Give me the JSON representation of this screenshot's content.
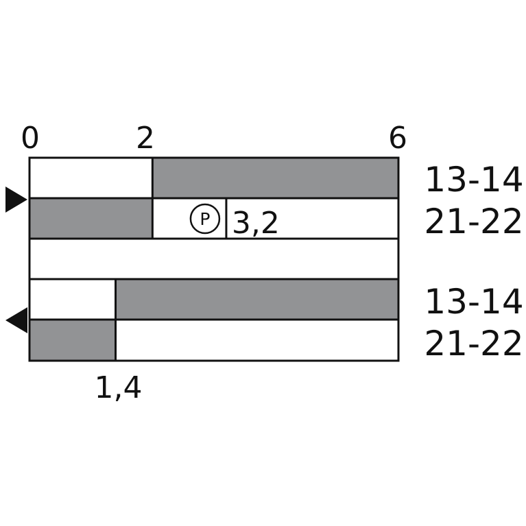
{
  "diagram": {
    "scale_ticks": [
      "0",
      "2",
      "6"
    ],
    "scale_max": 6,
    "colors": {
      "closed": "#929395",
      "open": "#ffffff",
      "line": "#111111"
    },
    "forward": {
      "direction_icon": "right-pointing-triangle-icon",
      "contacts": [
        {
          "label": "13-14",
          "closed_from": 2,
          "closed_to": 6
        },
        {
          "label": "21-22",
          "closed_from": 0,
          "closed_to": 2
        }
      ],
      "marker": {
        "symbol": "P",
        "value": 3.2,
        "label": "3,2"
      }
    },
    "reverse": {
      "direction_icon": "left-pointing-triangle-icon",
      "contacts": [
        {
          "label": "13-14",
          "closed_from": 1.4,
          "closed_to": 6
        },
        {
          "label": "21-22",
          "closed_from": 0,
          "closed_to": 1.4
        }
      ],
      "marker": {
        "value": 1.4,
        "label": "1,4"
      }
    }
  }
}
